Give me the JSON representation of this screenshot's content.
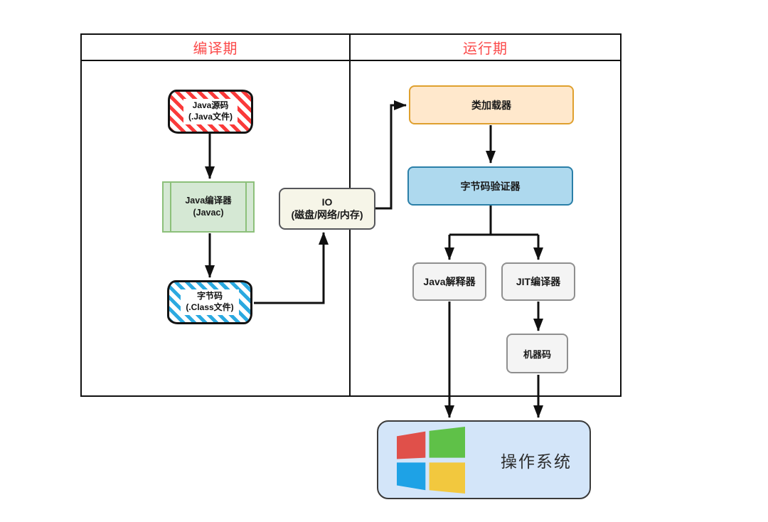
{
  "diagram": {
    "sections": {
      "compile_label": "编译期",
      "runtime_label": "运行期"
    },
    "nodes": {
      "java_source": {
        "line1": "Java源码",
        "line2": "(.Java文件)"
      },
      "java_compiler": {
        "line1": "Java编译器",
        "line2": "(Javac)"
      },
      "bytecode": {
        "line1": "字节码",
        "line2": "(.Class文件)"
      },
      "io": {
        "line1": "IO",
        "line2": "(磁盘/网络/内存)"
      },
      "class_loader": {
        "label": "类加载器"
      },
      "verifier": {
        "label": "字节码验证器"
      },
      "interpreter": {
        "label": "Java解释器"
      },
      "jit": {
        "label": "JIT编译器"
      },
      "machine_code": {
        "label": "机器码"
      },
      "os": {
        "label": "操作系统"
      }
    },
    "icons": {
      "os_logo": "windows-logo-icon"
    },
    "colors": {
      "header_text": "#fb4a4a",
      "red_stripe": "#fa3a3a",
      "blue_stripe": "#2ba9e0",
      "green_fill": "#d5e8d4",
      "green_border": "#8cc07a",
      "peach_fill": "#ffe8cc",
      "peach_border": "#dfa02e",
      "blue_fill": "#aed9ee",
      "blue_border": "#2a7fa8",
      "gray_fill": "#f4f4f4",
      "gray_border": "#8f8f8f",
      "cream_fill": "#f6f5e8",
      "cream_border": "#55565a",
      "os_fill": "#d3e5f9",
      "win_red": "#e0504a",
      "win_green": "#5fc148",
      "win_blue": "#1ea2e6",
      "win_yellow": "#f2c83e"
    }
  }
}
